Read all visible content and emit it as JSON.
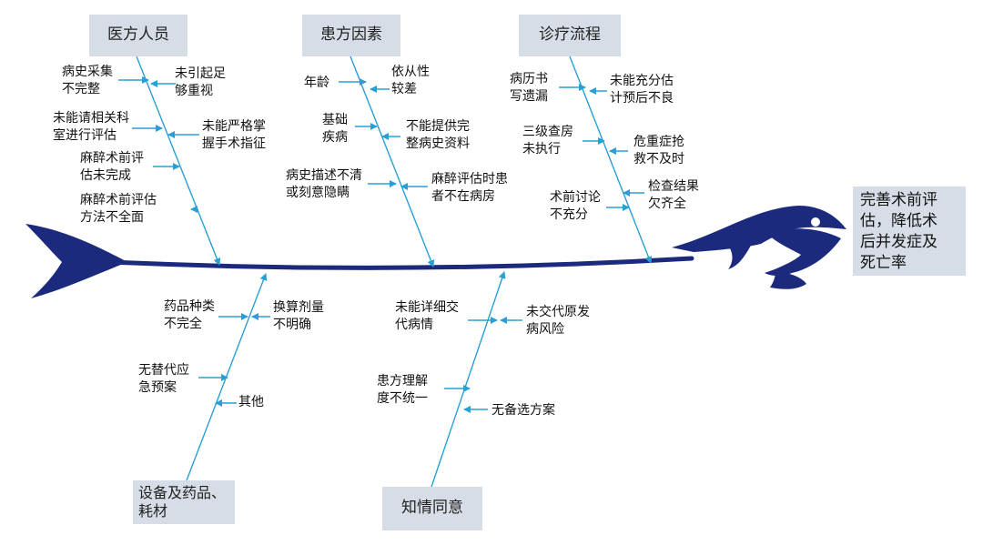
{
  "categories": [
    {
      "id": "staff",
      "label": "医方人员",
      "causes": [
        "病史采集\n不完整",
        "未引起足\n够重视",
        "未能请相关科\n室进行评估",
        "未能严格掌\n握手术指征",
        "麻醉术前评\n估未完成",
        "麻醉术前评估\n方法不全面"
      ]
    },
    {
      "id": "patient",
      "label": "患方因素",
      "causes": [
        "年龄",
        "依从性\n较差",
        "基础\n疾病",
        "不能提供完\n整病史资料",
        "病史描述不清\n或刻意隐瞒",
        "麻醉评估时患\n者不在病房"
      ]
    },
    {
      "id": "process",
      "label": "诊疗流程",
      "causes": [
        "病历书\n写遗漏",
        "未能充分估\n计预后不良",
        "三级查房\n未执行",
        "危重症抢\n救不及时",
        "术前讨论\n不充分",
        "检查结果\n欠齐全"
      ]
    },
    {
      "id": "equipment",
      "label": "设备及药品、\n耗材",
      "causes": [
        "药品种类\n不完全",
        "换算剂量\n不明确",
        "无替代应\n急预案",
        "其他"
      ]
    },
    {
      "id": "consent",
      "label": "知情同意",
      "causes": [
        "未能详细交\n代病情",
        "未交代原发\n病风险",
        "患方理解\n度不统一",
        "无备选方案"
      ]
    }
  ],
  "outcome": "完善术前评\n估，降低术\n后并发症及\n死亡率",
  "colors": {
    "fish": "#1b2a7c",
    "bone": "#2a9fd6",
    "box": "#d6dde6"
  }
}
